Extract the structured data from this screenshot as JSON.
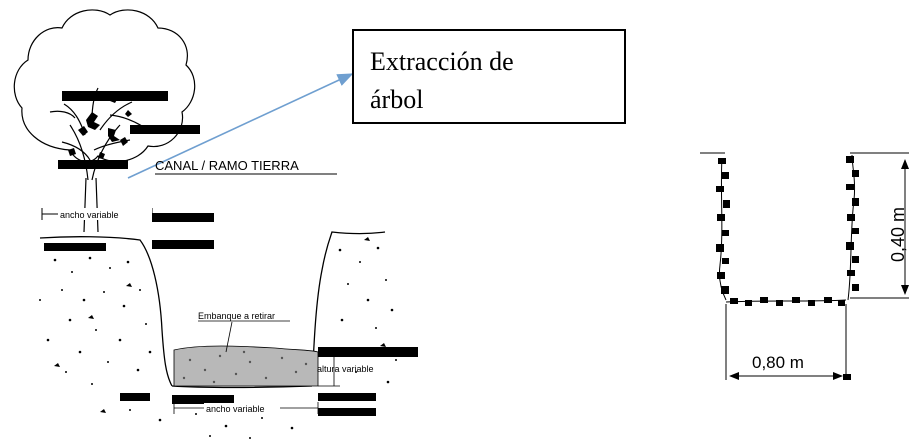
{
  "callout": {
    "line1": "Extracción de",
    "line2": "árbol"
  },
  "labels": {
    "canal_title": "CANAL / RAMO TIERRA",
    "ancho_variable_top": "ancho variable",
    "embanque": "Embanque a retirar",
    "altura_variable": "altura variable",
    "ancho_variable_bottom": "ancho variable"
  },
  "section": {
    "height_label": "0,40 m",
    "width_label": "0,80 m"
  },
  "colors": {
    "ink": "#000000",
    "arrow": "#6f9fd0",
    "box_border": "#000000"
  }
}
